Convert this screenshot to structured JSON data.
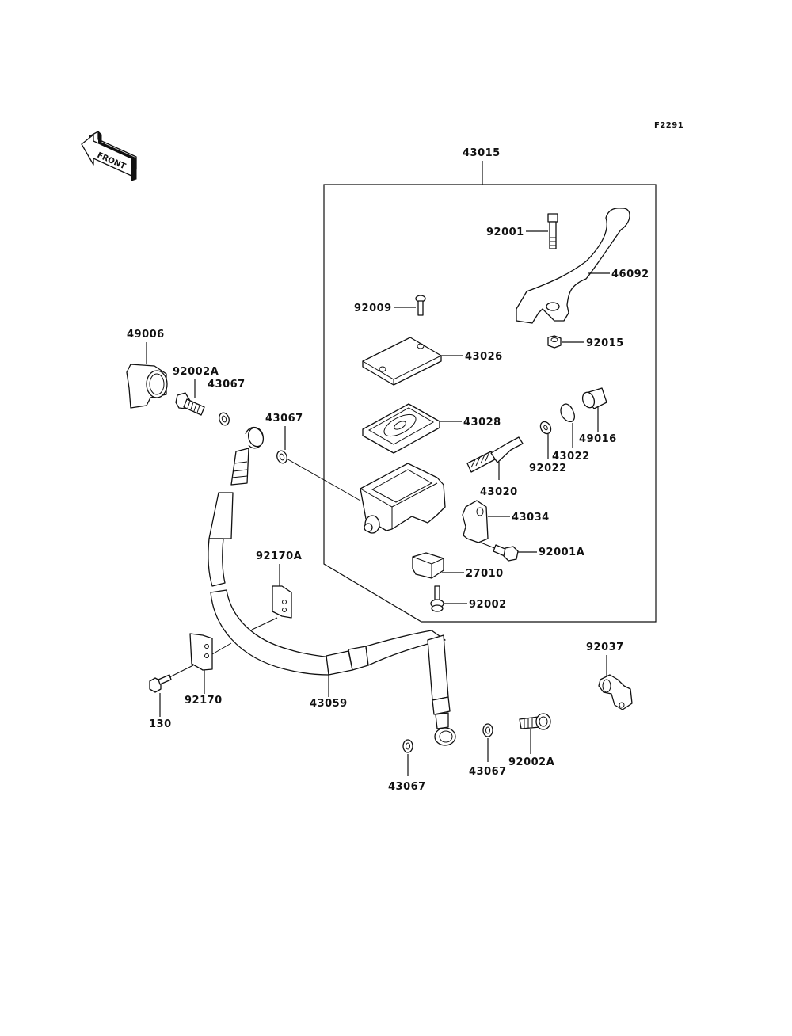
{
  "diagram": {
    "reference_code": "F2291",
    "front_arrow_text": "FRONT",
    "assembly_label": "43015",
    "parts": [
      {
        "id": "p92001",
        "label": "92001",
        "name": "bolt"
      },
      {
        "id": "p46092",
        "label": "46092",
        "name": "brake-lever"
      },
      {
        "id": "p92009",
        "label": "92009",
        "name": "screw"
      },
      {
        "id": "p92015",
        "label": "92015",
        "name": "nut"
      },
      {
        "id": "p43026",
        "label": "43026",
        "name": "reservoir-cap"
      },
      {
        "id": "p43028",
        "label": "43028",
        "name": "diaphragm"
      },
      {
        "id": "p49016",
        "label": "49016",
        "name": "boot"
      },
      {
        "id": "p43022",
        "label": "43022",
        "name": "circlip"
      },
      {
        "id": "p92022",
        "label": "92022",
        "name": "washer"
      },
      {
        "id": "p43020",
        "label": "43020",
        "name": "piston-set"
      },
      {
        "id": "p43034",
        "label": "43034",
        "name": "clamp"
      },
      {
        "id": "p92001A",
        "label": "92001A",
        "name": "clamp-bolt"
      },
      {
        "id": "p27010",
        "label": "27010",
        "name": "brake-switch"
      },
      {
        "id": "p92002",
        "label": "92002",
        "name": "switch-screw"
      },
      {
        "id": "p49006",
        "label": "49006",
        "name": "banjo-cover"
      },
      {
        "id": "p92002A_top",
        "label": "92002A",
        "name": "banjo-bolt-top"
      },
      {
        "id": "p43067_a",
        "label": "43067",
        "name": "gasket-a"
      },
      {
        "id": "p43067_b",
        "label": "43067",
        "name": "gasket-b"
      },
      {
        "id": "p92170A",
        "label": "92170A",
        "name": "hose-clamp-a"
      },
      {
        "id": "p92170",
        "label": "92170",
        "name": "hose-clamp"
      },
      {
        "id": "p130",
        "label": "130",
        "name": "flange-bolt"
      },
      {
        "id": "p43059",
        "label": "43059",
        "name": "brake-hose"
      },
      {
        "id": "p43067_c",
        "label": "43067",
        "name": "gasket-c"
      },
      {
        "id": "p43067_d",
        "label": "43067",
        "name": "gasket-d"
      },
      {
        "id": "p92002A_bot",
        "label": "92002A",
        "name": "banjo-bolt-bottom"
      },
      {
        "id": "p92037",
        "label": "92037",
        "name": "hose-guide"
      }
    ]
  }
}
